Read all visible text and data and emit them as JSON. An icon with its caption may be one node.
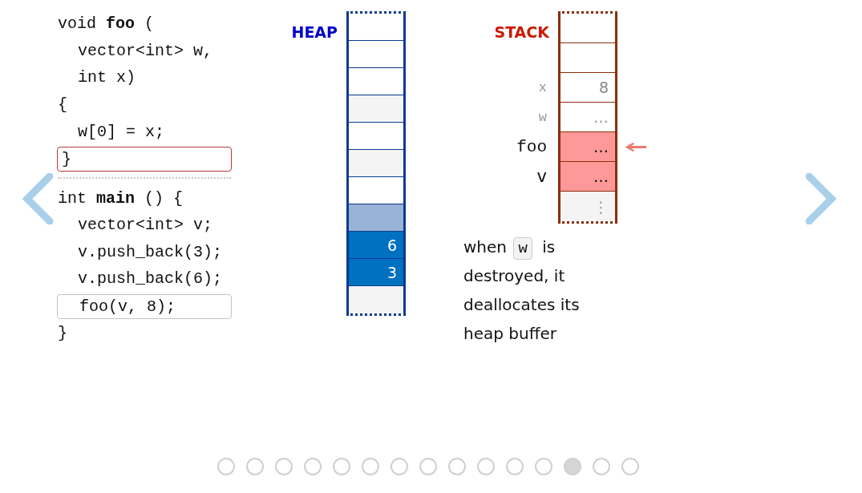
{
  "diagram": {
    "nodes": [
      {
        "text": [
          "}"
        ]
      },
      {
        "text": [
          "foo(v, 8);"
        ]
      },
      {
        "text": [
          "HEAP"
        ]
      },
      {
        "text": [],
        "shape": "box",
        "in": 2
      },
      {
        "text": [],
        "shape": "box",
        "in": 2
      },
      {
        "text": [],
        "shape": "box",
        "in": 2
      },
      {
        "text": [],
        "shape": "box",
        "in": 2
      },
      {
        "text": [],
        "shape": "box",
        "in": 2
      },
      {
        "text": [],
        "shape": "box",
        "in": 2
      },
      {
        "text": [],
        "shape": "box",
        "in": 2
      },
      {
        "text": [],
        "shape": "box",
        "in": 2
      },
      {
        "text": [
          "6"
        ],
        "in": 2
      },
      {
        "text": [
          "3"
        ],
        "in": 2
      },
      {
        "text": [],
        "shape": "box",
        "in": 2
      },
      {
        "text": [
          "STACK"
        ]
      },
      {
        "text": [],
        "shape": "box",
        "in": 14
      },
      {
        "text": [],
        "shape": "box",
        "in": 14
      },
      {
        "text": [
          "8"
        ],
        "beside": [
          "x"
        ],
        "in": 14
      },
      {
        "text": [
          "…"
        ],
        "beside": [
          "w"
        ],
        "in": 14
      },
      {
        "text": [
          "…"
        ],
        "beside": [
          "foo"
        ],
        "in": 14
      },
      {
        "text": [
          "…"
        ],
        "beside": [
          "v"
        ],
        "in": 14
      },
      {
        "text": [
          "⋮"
        ],
        "in": 14
      }
    ],
    "edges": [
      {
        "from": null,
        "to": 19,
        "arrow": "to"
      }
    ],
    "labels": [
      "void **foo** (",
      "vector<int> w,",
      "int x)",
      "{",
      "w[0] = x;",
      "int **main** () {",
      "vector<int> v;",
      "v.push_back(3);",
      "v.push_back(6);",
      "}",
      "when",
      "w",
      "is destroyed, it deallocates its heap buffer"
    ]
  }
}
